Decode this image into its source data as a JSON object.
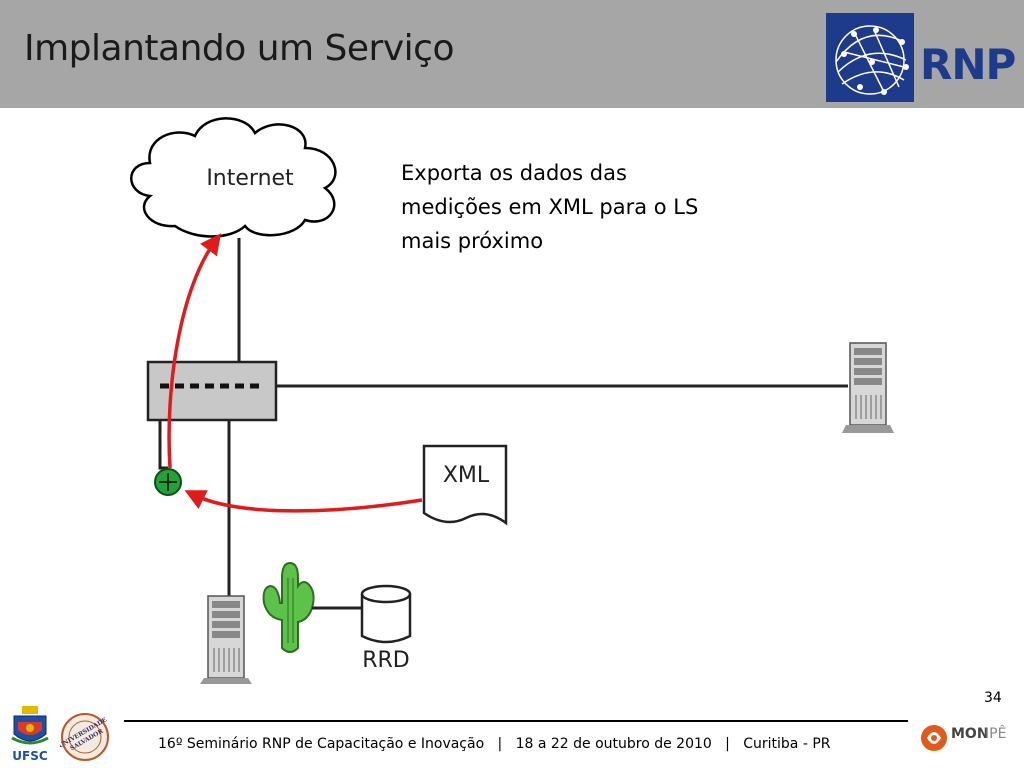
{
  "slide": {
    "title": "Implantando um Serviço",
    "page_number": "34"
  },
  "logos": {
    "rnp": "RNP",
    "ufsc": "UFSC",
    "universidade_salvador": "UNIVERSIDADE SALVADOR",
    "monipe_a": "MON",
    "monipe_b": "IPÊ"
  },
  "description_lines": [
    "Exporta os dados das",
    "medições em XML para o LS",
    "mais próximo"
  ],
  "diagram": {
    "cloud_label": "Internet",
    "xml_label": "XML",
    "rrd_label": "RRD"
  },
  "footer": {
    "text": "16º Seminário RNP de Capacitação e Inovação   |   18 a 22 de outubro de 2010   |   Curitiba - PR"
  },
  "colors": {
    "header_bg": "#a6a6a6",
    "rnp_blue": "#1e3a8a",
    "arrow_red": "#e01b1b",
    "node_green": "#22a33a",
    "cactus_green": "#5cc24a"
  },
  "icons": [
    "cloud-icon",
    "switch-icon",
    "server-icon",
    "document-icon",
    "database-icon",
    "cactus-icon",
    "probe-node-icon"
  ]
}
